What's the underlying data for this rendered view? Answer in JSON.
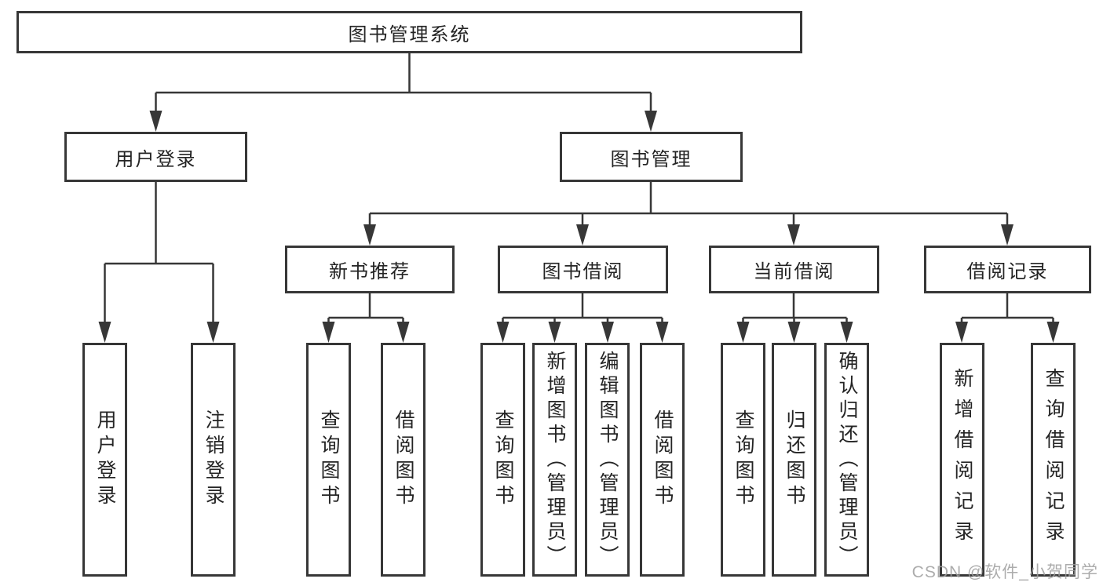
{
  "diagram": {
    "title": "图书管理系统",
    "watermark": "CSDN @软件_小贺同学",
    "colors": {
      "background": "#ffffff",
      "line": "#373737",
      "box_border": "#373737",
      "text": "#242424",
      "watermark_text": "#9e9e9e"
    }
  },
  "tree": {
    "label": "图书管理系统",
    "children": [
      {
        "label": "用户登录",
        "children": [
          {
            "label": "用户登录"
          },
          {
            "label": "注销登录"
          }
        ]
      },
      {
        "label": "图书管理",
        "children": [
          {
            "label": "新书推荐",
            "children": [
              {
                "label": "查询图书"
              },
              {
                "label": "借阅图书"
              }
            ]
          },
          {
            "label": "图书借阅",
            "children": [
              {
                "label": "查询图书"
              },
              {
                "label": "新增图书（管理员）"
              },
              {
                "label": "编辑图书（管理员）"
              },
              {
                "label": "借阅图书"
              }
            ]
          },
          {
            "label": "当前借阅",
            "children": [
              {
                "label": "查询图书"
              },
              {
                "label": "归还图书"
              },
              {
                "label": "确认归还（管理员）"
              }
            ]
          },
          {
            "label": "借阅记录",
            "children": [
              {
                "label": "新增借阅记录"
              },
              {
                "label": "查询借阅记录"
              }
            ]
          }
        ]
      }
    ]
  }
}
